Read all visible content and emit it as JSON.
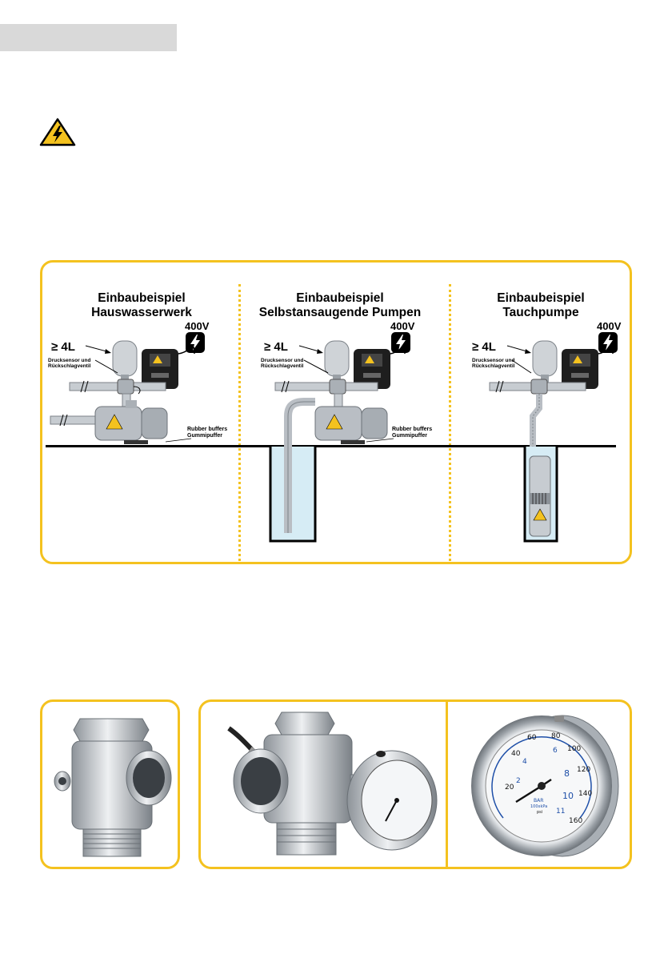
{
  "colors": {
    "accent": "#f4c21f",
    "water": "#d6ecf5",
    "metal": "#b9bec4",
    "controller": "#1e1e1e"
  },
  "examples": [
    {
      "title_line1": "Einbaubeispiel",
      "title_line2": "Hauswasserwerk",
      "voltage": "400V",
      "tank_volume": "≥ 4L",
      "sensor_label_1": "Drucksensor und",
      "sensor_label_2": "Rückschlagventil",
      "buffer_label_1": "Rubber buffers",
      "buffer_label_2": "Gummipuffer"
    },
    {
      "title_line1": "Einbaubeispiel",
      "title_line2": "Selbstansaugende Pumpen",
      "voltage": "400V",
      "tank_volume": "≥ 4L",
      "sensor_label_1": "Drucksensor und",
      "sensor_label_2": "Rückschlagventil",
      "buffer_label_1": "Rubber buffers",
      "buffer_label_2": "Gummipuffer"
    },
    {
      "title_line1": "Einbaubeispiel",
      "title_line2": "Tauchpumpe",
      "voltage": "400V",
      "tank_volume": "≥ 4L",
      "sensor_label_1": "Drucksensor und",
      "sensor_label_2": "Rückschlagventil"
    }
  ],
  "gauge": {
    "scale_labels": [
      "20",
      "40",
      "60",
      "80",
      "100",
      "120",
      "140",
      "160"
    ],
    "bar_labels": [
      "2",
      "4",
      "6",
      "8",
      "10",
      "11"
    ],
    "unit_bar": "BAR",
    "unit_kpa": "100xkPa",
    "unit_psi": "psi"
  }
}
